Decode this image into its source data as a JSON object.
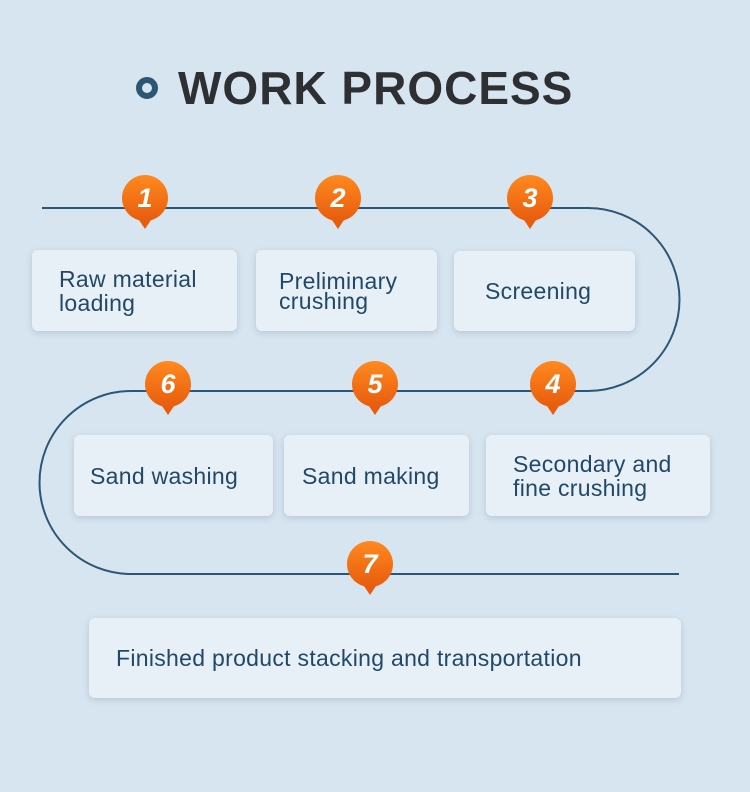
{
  "title": "WORK PROCESS",
  "colors": {
    "background": "#d7e5f0",
    "line": "#2c5675",
    "pin_light": "#ff8a1f",
    "pin_dark": "#e85c0d",
    "card": "#e7f0f7",
    "text": "#224868"
  },
  "steps": [
    {
      "number": "1",
      "label": "Raw material loading"
    },
    {
      "number": "2",
      "label": "Preliminary crushing"
    },
    {
      "number": "3",
      "label": "Screening"
    },
    {
      "number": "4",
      "label": "Secondary and fine crushing"
    },
    {
      "number": "5",
      "label": "Sand making"
    },
    {
      "number": "6",
      "label": "Sand washing"
    },
    {
      "number": "7",
      "label": "Finished product stacking and transportation"
    }
  ]
}
